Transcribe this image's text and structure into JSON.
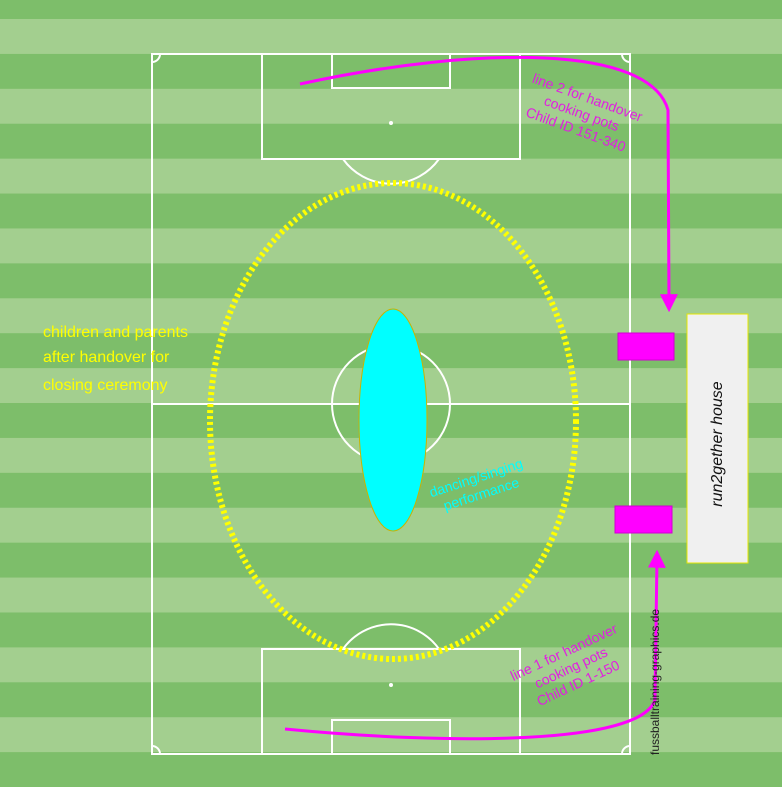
{
  "labels": {
    "line2": [
      "line 2 for handover",
      "cooking pots",
      "Child ID 151-340"
    ],
    "line1": [
      "line 1 for handover",
      "cooking pots",
      "Child ID 1-150"
    ],
    "ceremony": [
      "children and parents",
      "after handover for",
      "closing ceremony"
    ],
    "performance": [
      "dancing/singing",
      "performance"
    ],
    "house": "run2gether house",
    "credit": "fussballtraining-graphics.de"
  },
  "colors": {
    "grass_dark": "#7dbe6a",
    "grass_light": "#a3cf8f",
    "lines": "#ffffff",
    "ring": "#ffff00",
    "stage": "#00ffff",
    "arrow": "#ff00ff",
    "house_fill": "#f0f0f0",
    "house_border": "#e6e600"
  }
}
